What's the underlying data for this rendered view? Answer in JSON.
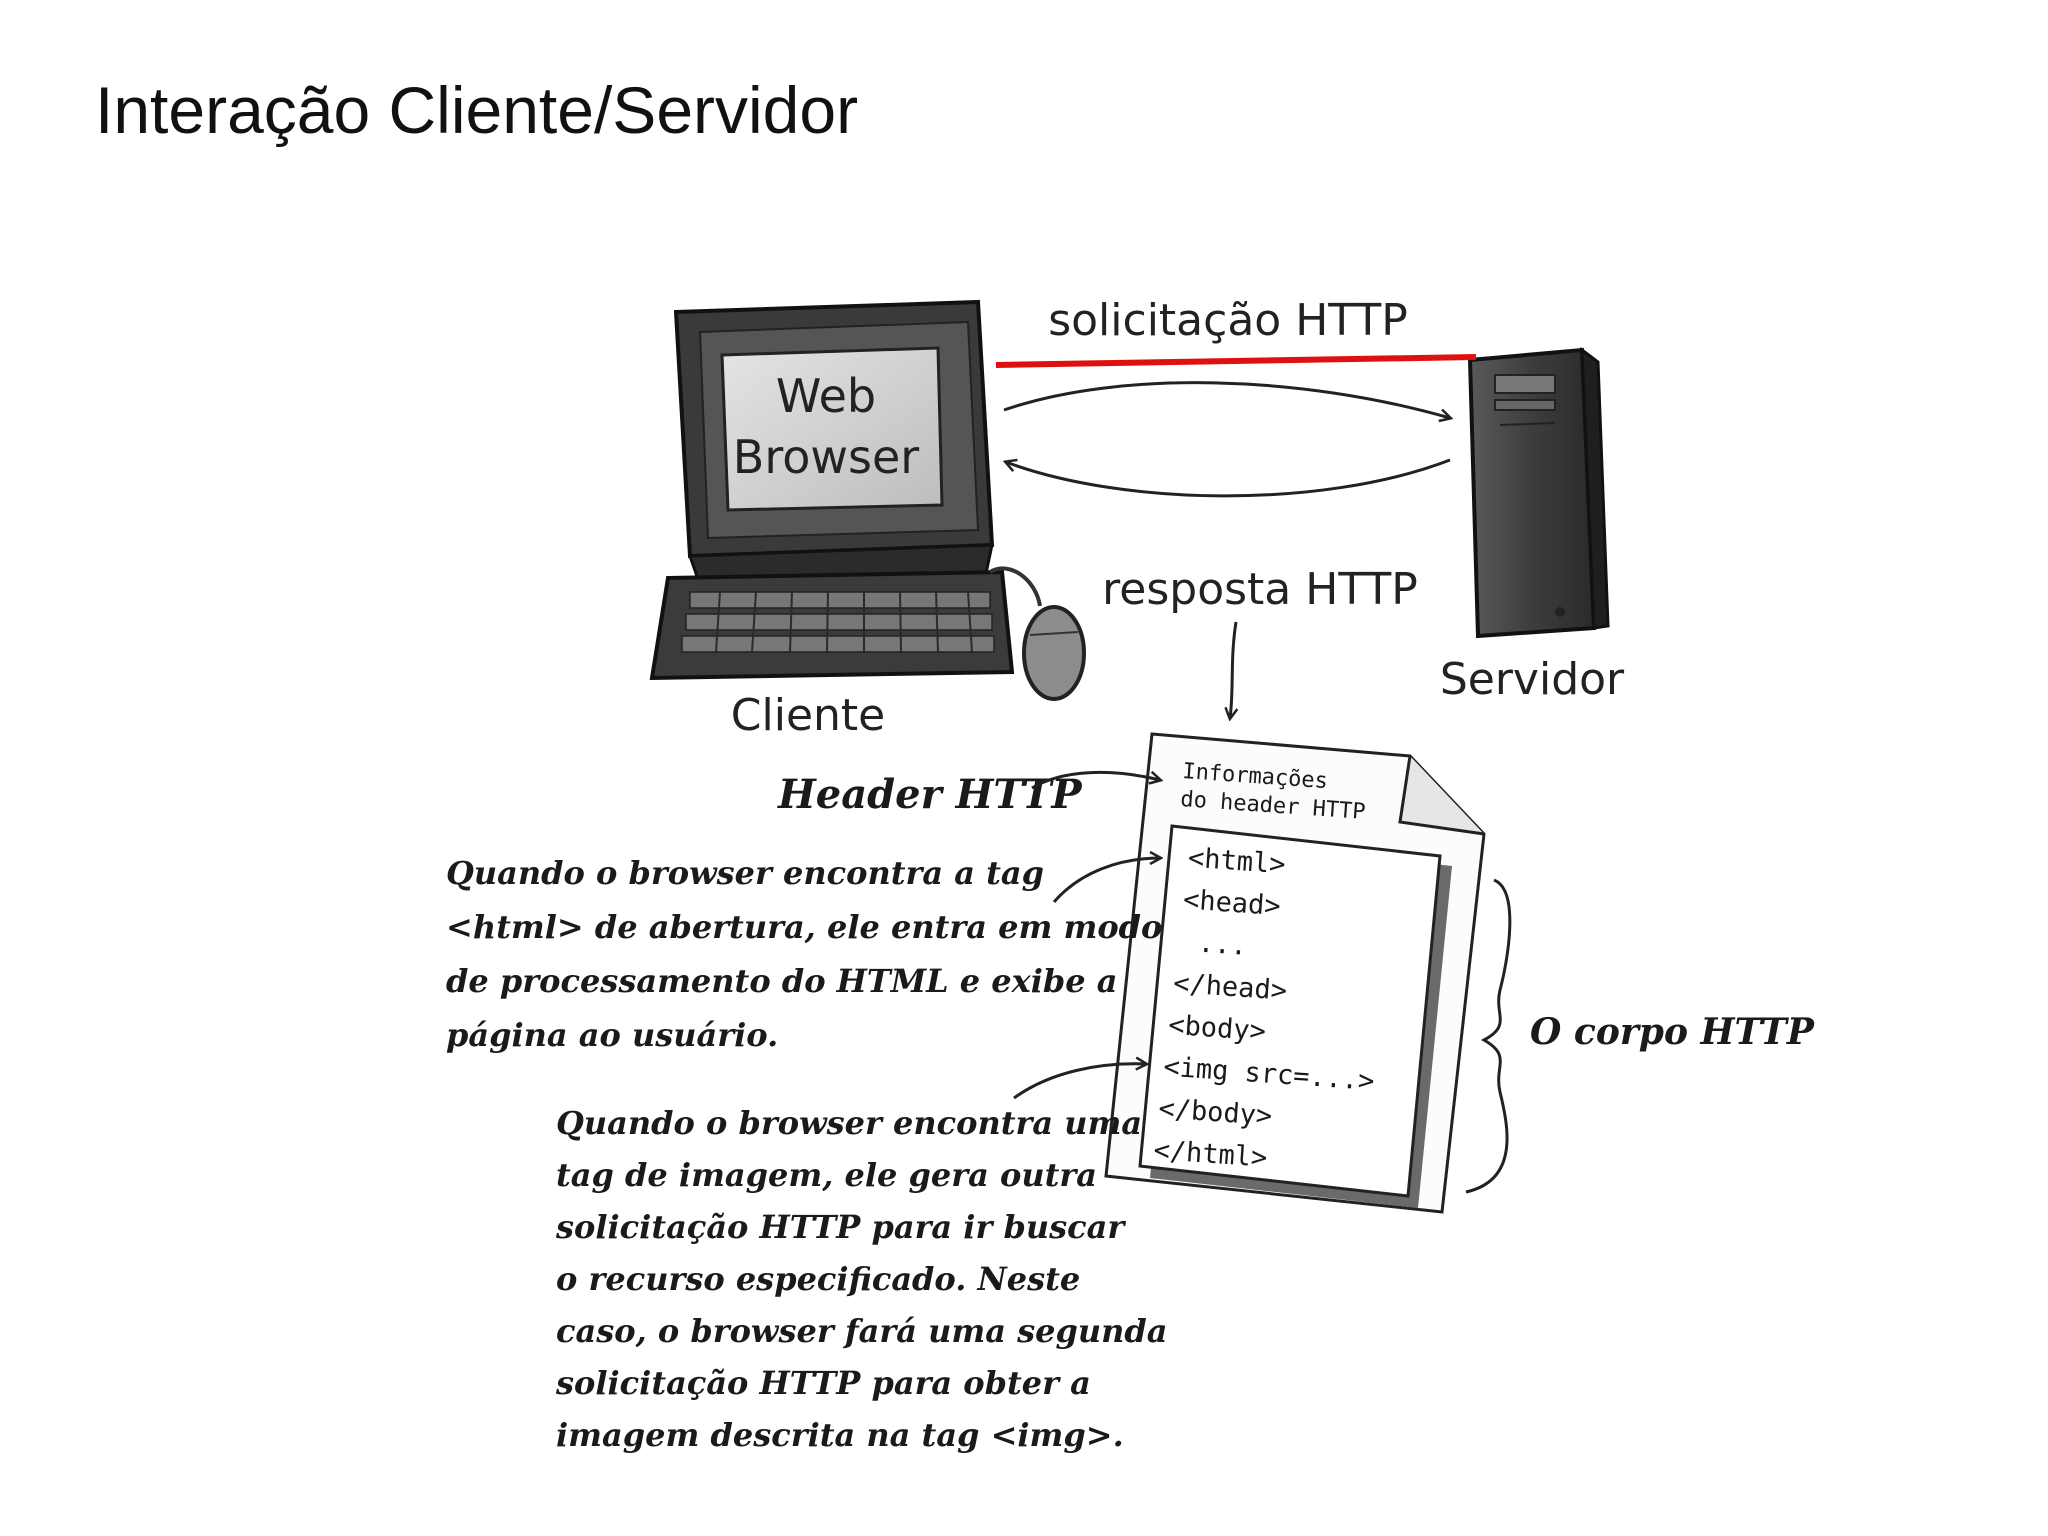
{
  "slide": {
    "title": "Interação Cliente/Servidor"
  },
  "diagram": {
    "client": {
      "screen_line1": "Web",
      "screen_line2": "Browser",
      "label": "Cliente"
    },
    "server": {
      "label": "Servidor"
    },
    "request_label": "solicitação HTTP",
    "response_label": "resposta HTTP",
    "request_line_color": "#e01010",
    "document": {
      "header_line1": "Informações",
      "header_line2": "do header HTTP",
      "code_lines": [
        "<html>",
        "<head>",
        "...",
        "</head>",
        "<body>",
        "<img src=...>",
        "</body>",
        "</html>"
      ]
    },
    "annotations": {
      "header": "Header HTTP",
      "body": "O corpo HTTP",
      "html_tag_lines": [
        "Quando o browser encontra a tag",
        "<html> de abertura, ele entra em modo",
        "de processamento do HTML e exibe a",
        "página ao usuário."
      ],
      "img_tag_lines": [
        "Quando o browser encontra uma",
        "tag de imagem, ele gera outra",
        "solicitação HTTP para ir buscar",
        "o recurso especificado. Neste",
        "caso, o browser fará uma segunda",
        "solicitação HTTP para obter a",
        "imagem descrita na tag <img>."
      ]
    }
  }
}
